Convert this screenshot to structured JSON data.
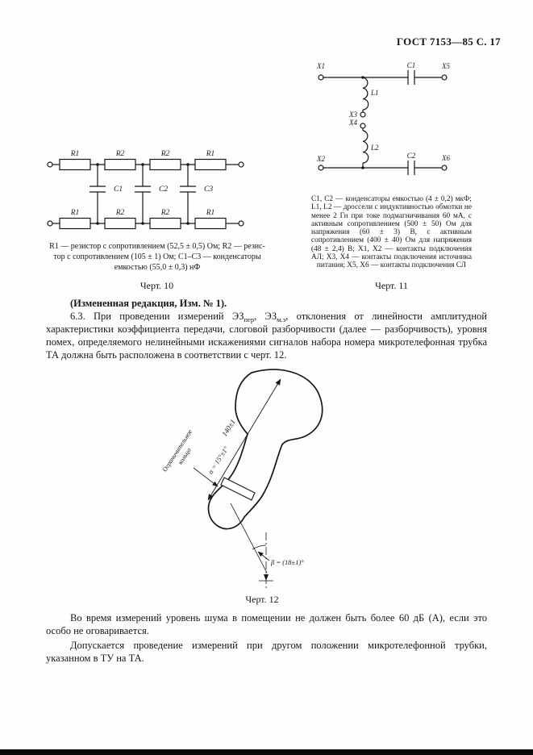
{
  "header": {
    "title": "ГОСТ 7153—85 С. 17"
  },
  "fig10": {
    "label": "Черт. 10",
    "resistors_top": [
      "R1",
      "R2",
      "R2",
      "R1"
    ],
    "resistors_bottom": [
      "R1",
      "R2",
      "R2",
      "R1"
    ],
    "capacitors": [
      "C1",
      "C2",
      "C3"
    ],
    "caption_lines": [
      "R1 — резистор с сопротивлением (52,5 ± 0,5) Ом; R2 — резис-",
      "тор с сопротивлением (105 ± 1) Ом; С1–С3 — конденсаторы",
      "емкостью (55,0 ± 0,3) нФ"
    ]
  },
  "fig11": {
    "label": "Черт. 11",
    "terminals": {
      "x1": "X1",
      "x2": "X2",
      "x3": "X3",
      "x4": "X4",
      "x5": "X5",
      "x6": "X6"
    },
    "inductors": {
      "l1": "L1",
      "l2": "L2"
    },
    "capacitors": {
      "c1": "C1",
      "c2": "C2"
    },
    "caption": "С1, С2 — конденсаторы емкостью (4 ± 0,2) мкФ; L1, L2 — дроссели с индуктивностью обмотки не менее 2 Гн при токе подмагничивания 60 мА, с активным сопротивлением (500 ± 50) Ом для напряжения (60 ± 3) В, с активным сопротивлением (400 ± 40) Ом для напряжения (48 ± 2,4) В; X1, X2 — контакты подключения АЛ; X3, X4 — контакты подключения источника питания; X5, X6 — контакты подключения СЛ"
  },
  "body": {
    "amend": "(Измененная редакция, Изм. № 1).",
    "para63_1": "6.3. При проведении измерений ЭЗ",
    "para63_sub1": "пер",
    "para63_2": ", ЭЗ",
    "para63_sub2": "м.э",
    "para63_3": ", отклонения от линейности амплитудной характеристики коэффициента передачи, слоговой разборчивости (далее — разборчивость), уровня помех, определяемого нелинейными искажениями сигналов набора номера микротелефонная трубка ТА должна быть расположена в соответствии с черт. 12.",
    "noise": "Во время измерений уровень шума в помещении не должен быть более 60 дБ (А), если это особо не оговаривается.",
    "allow": "Допускается проведение измерений при другом положении микротелефонной трубки, указанном в ТУ на ТА."
  },
  "fig12": {
    "label": "Черт. 12",
    "ring_label_1": "Ограничительное",
    "ring_label_2": "кольцо",
    "dim_length": "140±1",
    "dim_alpha": "α = 15°±1°",
    "dim_beta": "β = (18±1)°"
  }
}
